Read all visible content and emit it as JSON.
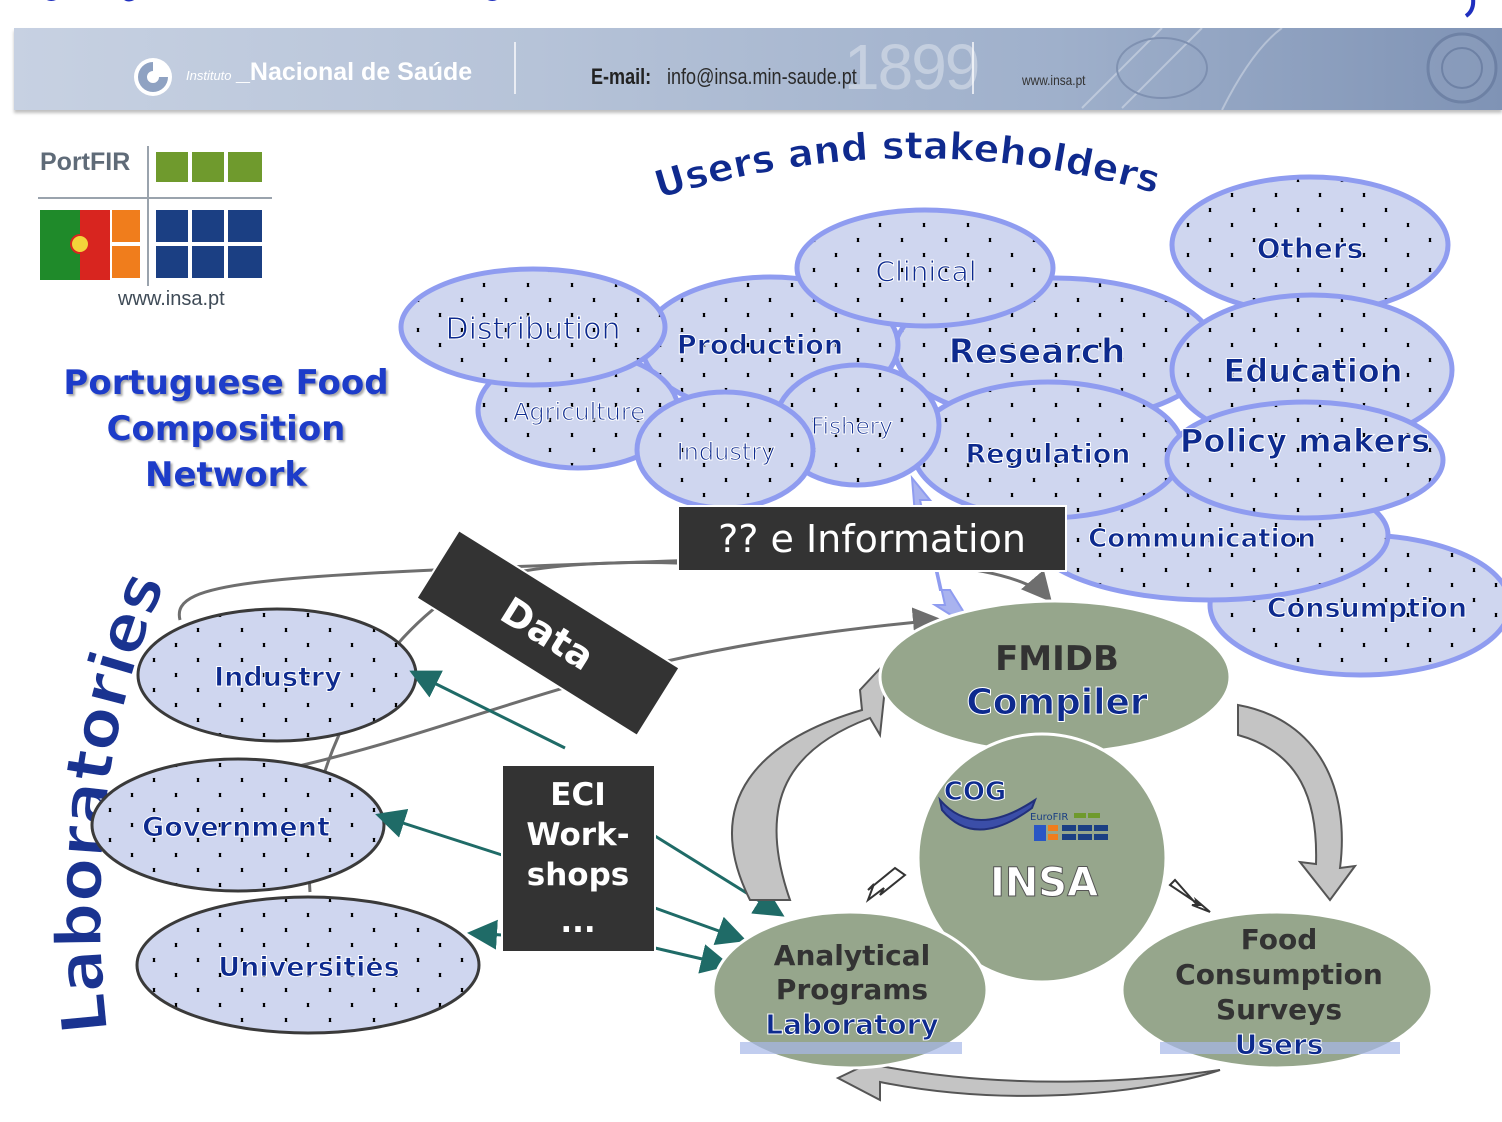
{
  "banner": {
    "institute_small": "Instituto",
    "institute_big": "_Nacional de Saúde",
    "email_label": "E-mail:",
    "email_value": "info@insa.min-saude.pt",
    "year": "1899",
    "website": "www.insa.pt"
  },
  "logo": {
    "name": "PortFIR",
    "url": "www.insa.pt",
    "green": "#6f9a2d",
    "orange": "#f07d1c",
    "blue": "#1b3f83"
  },
  "network_title": [
    "Portuguese Food",
    "Composition",
    "Network"
  ],
  "stakeholders_title": "Users and stakeholders",
  "stakeholders": [
    {
      "id": "others",
      "label": "Others"
    },
    {
      "id": "clinical",
      "label": "Clinical"
    },
    {
      "id": "distribution",
      "label": "Distribution"
    },
    {
      "id": "production",
      "label": "Production"
    },
    {
      "id": "research",
      "label": "Research"
    },
    {
      "id": "education",
      "label": "Education"
    },
    {
      "id": "agriculture",
      "label": "Agriculture"
    },
    {
      "id": "fishery",
      "label": "Fishery"
    },
    {
      "id": "industry",
      "label": "Industry"
    },
    {
      "id": "regulation",
      "label": "Regulation"
    },
    {
      "id": "policy",
      "label": "Policy makers"
    },
    {
      "id": "communication",
      "label": "Communication"
    },
    {
      "id": "consumption",
      "label": "Consumption"
    }
  ],
  "info_box": "?? e Information",
  "data_box": "Data",
  "laboratories_title": "Laboratories",
  "labs": [
    {
      "id": "industry",
      "label": "Industry"
    },
    {
      "id": "government",
      "label": "Government"
    },
    {
      "id": "universities",
      "label": "Universities"
    }
  ],
  "eci_box": [
    "ECI",
    "Work-",
    "shops",
    "..."
  ],
  "fmidb": {
    "line1": "FMIDB",
    "line2": "Compiler"
  },
  "insa": {
    "label": "INSA",
    "cog": "COG",
    "eurofir": "EuroFIR"
  },
  "analytical": {
    "line1": "Analytical",
    "line2": "Programs",
    "line3": "Laboratory"
  },
  "food": {
    "line1": "Food",
    "line2": "Consumption",
    "line3": "Surveys",
    "line4": "Users"
  },
  "colors": {
    "title_blue": "#1d3cc9",
    "label_navy": "#0d2a8e",
    "node_green": "#96a68c",
    "ellipse_border": "#8f9cf0",
    "box_dark": "#3a3a3a",
    "arrow_teal": "#1f6b67"
  }
}
